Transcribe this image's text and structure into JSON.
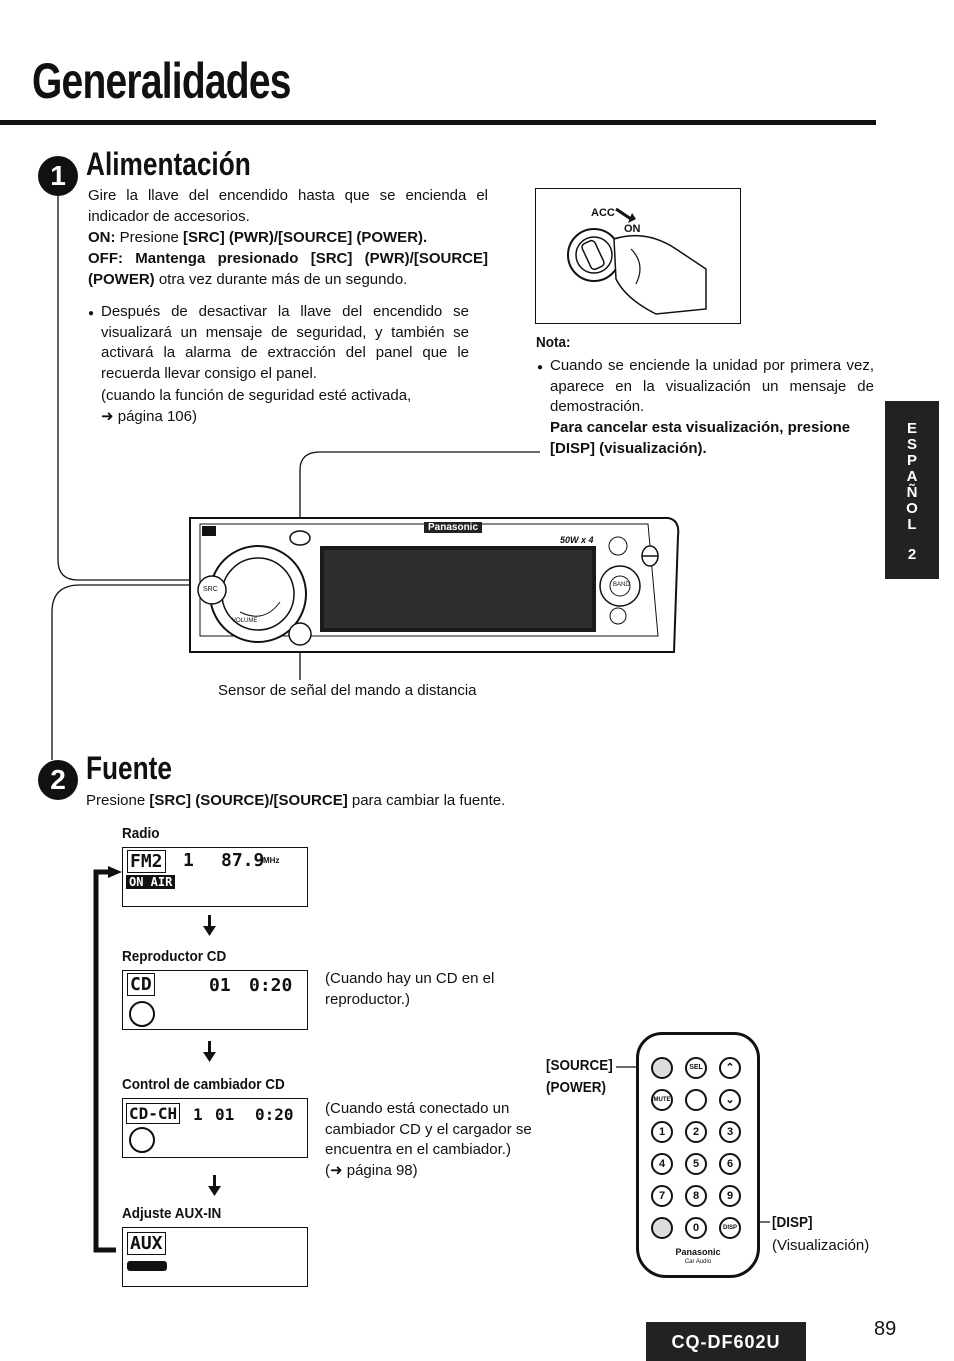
{
  "page_title": "Generalidades",
  "section1": {
    "number": "1",
    "heading": "Alimentación",
    "intro": "Gire la llave del encendido hasta que se encienda el indicador de accesorios.",
    "on_label": "ON:",
    "on_text": "Presione",
    "on_keys": "[SRC] (PWR)/[SOURCE] (POWER).",
    "off_label": "OFF:",
    "off_bold": "Mantenga presionado [SRC] (PWR)/[SOURCE] (POWER)",
    "off_text": "otra vez durante más de un segundo.",
    "bullet": "Después de desactivar la llave del encendido se visualizará un mensaje de seguridad, y también se activará la alarma de extracción del panel que le recuerda llevar consigo el panel.",
    "ref": "(cuando la función de seguridad esté activada,",
    "ref_page": "página 106)",
    "ignition_acc": "ACC",
    "ignition_on": "ON",
    "nota_label": "Nota:",
    "nota_bullet": "Cuando se enciende la unidad por primera vez, aparece en la visualización un mensaje de demostración.",
    "nota_bold": "Para cancelar esta visualización, presione [DISP] (visualización).",
    "unit_brand": "Panasonic",
    "unit_power": "50W x 4",
    "unit_src": "SRC",
    "unit_volume": "VOLUME",
    "unit_band": "BAND",
    "sensor_caption": "Sensor de señal del mando a distancia"
  },
  "section2": {
    "number": "2",
    "heading": "Fuente",
    "intro": "Presione",
    "intro_keys": "[SRC] (SOURCE)/[SOURCE]",
    "intro_end": "para cambiar la fuente.",
    "radio_label": "Radio",
    "radio_band": "FM2",
    "radio_preset": "1",
    "radio_freq": "87.9",
    "radio_unit": "MHz",
    "radio_onair": "ON AIR",
    "cd_label": "Reproductor CD",
    "cd_disp": "CD",
    "cd_track": "01",
    "cd_time": "0:20",
    "cd_note": "(Cuando hay un CD en el reproductor.)",
    "changer_label": "Control de cambiador CD",
    "changer_disp": "CD-CH",
    "changer_disc": "1",
    "changer_track": "01",
    "changer_time": "0:20",
    "changer_note": "(Cuando está conectado un cambiador CD y el cargador se encuentra en el cambiador.)",
    "changer_ref": "página 98)",
    "aux_label": "Adjuste AUX-IN",
    "aux_disp": "AUX",
    "remote_source": "[SOURCE]",
    "remote_power": "(POWER)",
    "remote_disp": "[DISP]",
    "remote_disp_sub": "(Visualización)",
    "remote_brand": "Panasonic",
    "remote_sub": "Car Audio",
    "remote_keys": [
      "SEL",
      "MUTE",
      "1",
      "2",
      "3",
      "4",
      "5",
      "6",
      "7",
      "8",
      "9",
      "0",
      "DISP"
    ]
  },
  "side_tab": [
    "E",
    "S",
    "P",
    "A",
    "Ñ",
    "O",
    "L",
    "2"
  ],
  "model": "CQ-DF602U",
  "page_number": "89"
}
